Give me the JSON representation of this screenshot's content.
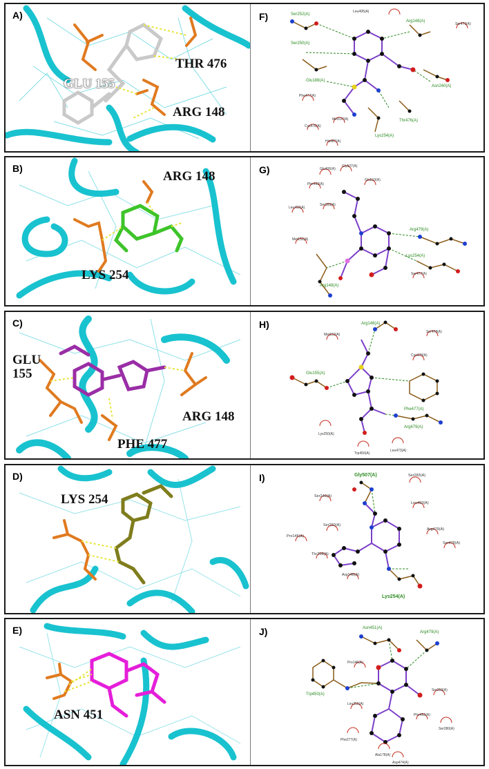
{
  "colors": {
    "ribbon": "#19c2cf",
    "residue": "#e07a1f",
    "hbond": "#e8e43a",
    "lig_a": "#c9c9c9",
    "lig_b": "#3ec42a",
    "lig_c": "#9a2ea6",
    "lig_d": "#7f7d1d",
    "lig_e": "#e51ed9",
    "plot_bond": "#7b3fc8",
    "plot_green": "#2a8a1f",
    "plot_red": "#c42a1d"
  },
  "panels": [
    {
      "id": "A",
      "tag": "A)",
      "residues": [
        {
          "label": "THR 476"
        },
        {
          "label": "GLU 155",
          "white": true
        },
        {
          "label": "ARG 148"
        }
      ],
      "ligand_color": "lig_a",
      "plot": {
        "tag": "F)",
        "hbond_residues": [
          "Ser252(A)",
          "Ser250(A)",
          "Arg148(A)",
          "Glu188(A)",
          "Asn240(A)",
          "Lys254(A)",
          "Thr476(A)"
        ],
        "hydrophobic": [
          "Leu495(A)",
          "Ser479(A)",
          "Phe477(A)",
          "Met197(A)",
          "Cys478(A)",
          "His487(A)"
        ]
      }
    },
    {
      "id": "B",
      "tag": "B)",
      "residues": [
        {
          "label": "ARG 148"
        },
        {
          "label": "LYS 254"
        }
      ],
      "ligand_color": "lig_b",
      "plot": {
        "tag": "G)",
        "hbond_residues": [
          "Arg479(A)",
          "Lys254(A)",
          "Arg148(A)"
        ],
        "hydrophobic": [
          "Glu406(A)",
          "Gly507(A)",
          "Phe492(A)",
          "Glu510(A)",
          "Ser283(A)",
          "Leu493(A)",
          "Met152(A)",
          "Ser477(A)"
        ]
      }
    },
    {
      "id": "C",
      "tag": "C)",
      "residues": [
        {
          "label": "GLU 155"
        },
        {
          "label": "ARG 148"
        },
        {
          "label": "PHE 477"
        }
      ],
      "ligand_color": "lig_c",
      "plot": {
        "tag": "H)",
        "hbond_residues": [
          "Arg148(A)",
          "Glu155(A)",
          "Phe477(A)",
          "Arg479(A)"
        ],
        "hydrophobic": [
          "Met152(A)",
          "Ser478(A)",
          "Cys478(A)",
          "Lys250(A)",
          "Trp450(A)",
          "Leu473(A)"
        ]
      }
    },
    {
      "id": "D",
      "tag": "D)",
      "residues": [
        {
          "label": "LYS 254"
        }
      ],
      "ligand_color": "lig_d",
      "plot": {
        "tag": "I)",
        "hbond_residues": [
          "Gly507(A)",
          "Lys254(A)"
        ],
        "hydrophobic": [
          "Ser283(A)",
          "Ser249(A)",
          "Leu493(A)",
          "Ser250(A)",
          "Arg479(A)",
          "Pro146(A)",
          "Ser478(A)",
          "Thr258(A)",
          "Arg148(A)"
        ]
      }
    },
    {
      "id": "E",
      "tag": "E)",
      "residues": [
        {
          "label": "ASN 451"
        }
      ],
      "ligand_color": "lig_e",
      "plot": {
        "tag": "J)",
        "hbond_residues": [
          "Asn451(A)",
          "Arg479(A)",
          "Trp450(A)"
        ],
        "hydrophobic": [
          "Pro146(A)",
          "Ser250(A)",
          "Leu255(A)",
          "Phe465(A)",
          "Ser280(A)",
          "Phe277(A)",
          "Ala178(A)",
          "Asp474(A)"
        ]
      }
    }
  ]
}
